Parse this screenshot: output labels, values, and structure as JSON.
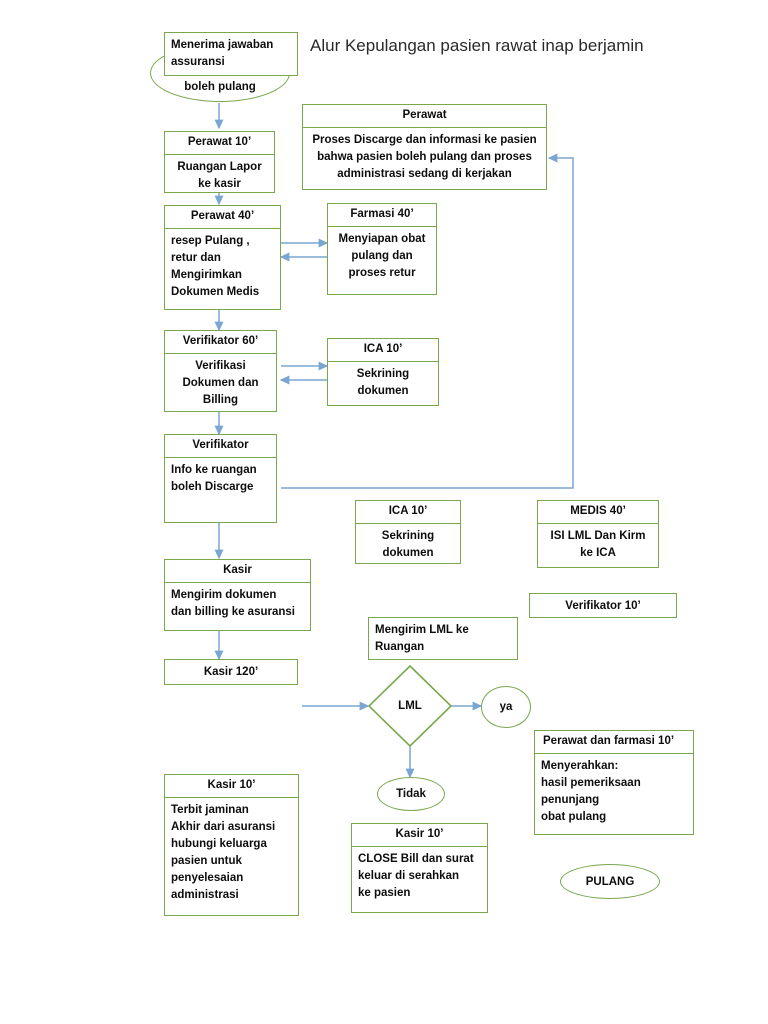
{
  "title": "Alur Kepulangan pasien rawat inap berjamin",
  "colors": {
    "node_border": "#78a74c",
    "arrow": "#7aa6d2",
    "text": "#0d0d0d",
    "title": "#2a2a2a",
    "background": "#ffffff"
  },
  "nodes": {
    "start_ellipse": {
      "label": "boleh pulang"
    },
    "menerima_jawaban": {
      "body": "Menerima jawaban\nassuransi"
    },
    "perawat_10": {
      "header": "Perawat 10’",
      "body": "Ruangan Lapor\nke kasir"
    },
    "perawat_discharge": {
      "header": "Perawat",
      "body": "Proses Discarge dan informasi ke pasien\nbahwa pasien boleh pulang dan proses\nadministrasi sedang di kerjakan"
    },
    "perawat_40": {
      "header": "Perawat 40’",
      "body": "resep Pulang ,\nretur dan\nMengirimkan\nDokumen Medis"
    },
    "farmasi_40": {
      "header": "Farmasi 40’",
      "body": "Menyiapan obat\npulang dan\nproses retur"
    },
    "verifikator_60": {
      "header": "Verifikator 60’",
      "body": "Verifikasi\nDokumen  dan\nBilling"
    },
    "ica_10_a": {
      "header": "ICA 10’",
      "body": "Sekrining\ndokumen"
    },
    "verifikator": {
      "header": "Verifikator",
      "body": "Info ke ruangan\nboleh Discarge"
    },
    "ica_10_b": {
      "header": "ICA 10’",
      "body": "Sekrining\ndokumen"
    },
    "medis_40": {
      "header": "MEDIS 40’",
      "body": "ISI LML Dan Kirm\nke ICA"
    },
    "verifikator_10": {
      "label": "Verifikator 10’"
    },
    "kasir": {
      "header": "Kasir",
      "body": "Mengirim dokumen\ndan billing ke asuransi"
    },
    "kasir_120": {
      "label": "Kasir 120’"
    },
    "mengirim_lml": {
      "body": "Mengirim LML ke\nRuangan"
    },
    "lml_decision": {
      "label": "LML"
    },
    "ya_ellipse": {
      "label": "ya"
    },
    "tidak_ellipse": {
      "label": "Tidak"
    },
    "perawat_farmasi_10": {
      "header": "Perawat dan farmasi 10’",
      "body": "Menyerahkan:\nhasil pemeriksaan\npenunjang\nobat pulang"
    },
    "kasir_10_left": {
      "header": "Kasir 10’",
      "body": "Terbit jaminan\nAkhir dari asuransi\nhubungi keluarga\npasien untuk\npenyelesaian\nadministrasi"
    },
    "kasir_10_mid": {
      "header": "Kasir 10’",
      "body": "CLOSE Bill dan surat\nkeluar di serahkan\nke pasien"
    },
    "pulang_ellipse": {
      "label": "PULANG"
    }
  }
}
